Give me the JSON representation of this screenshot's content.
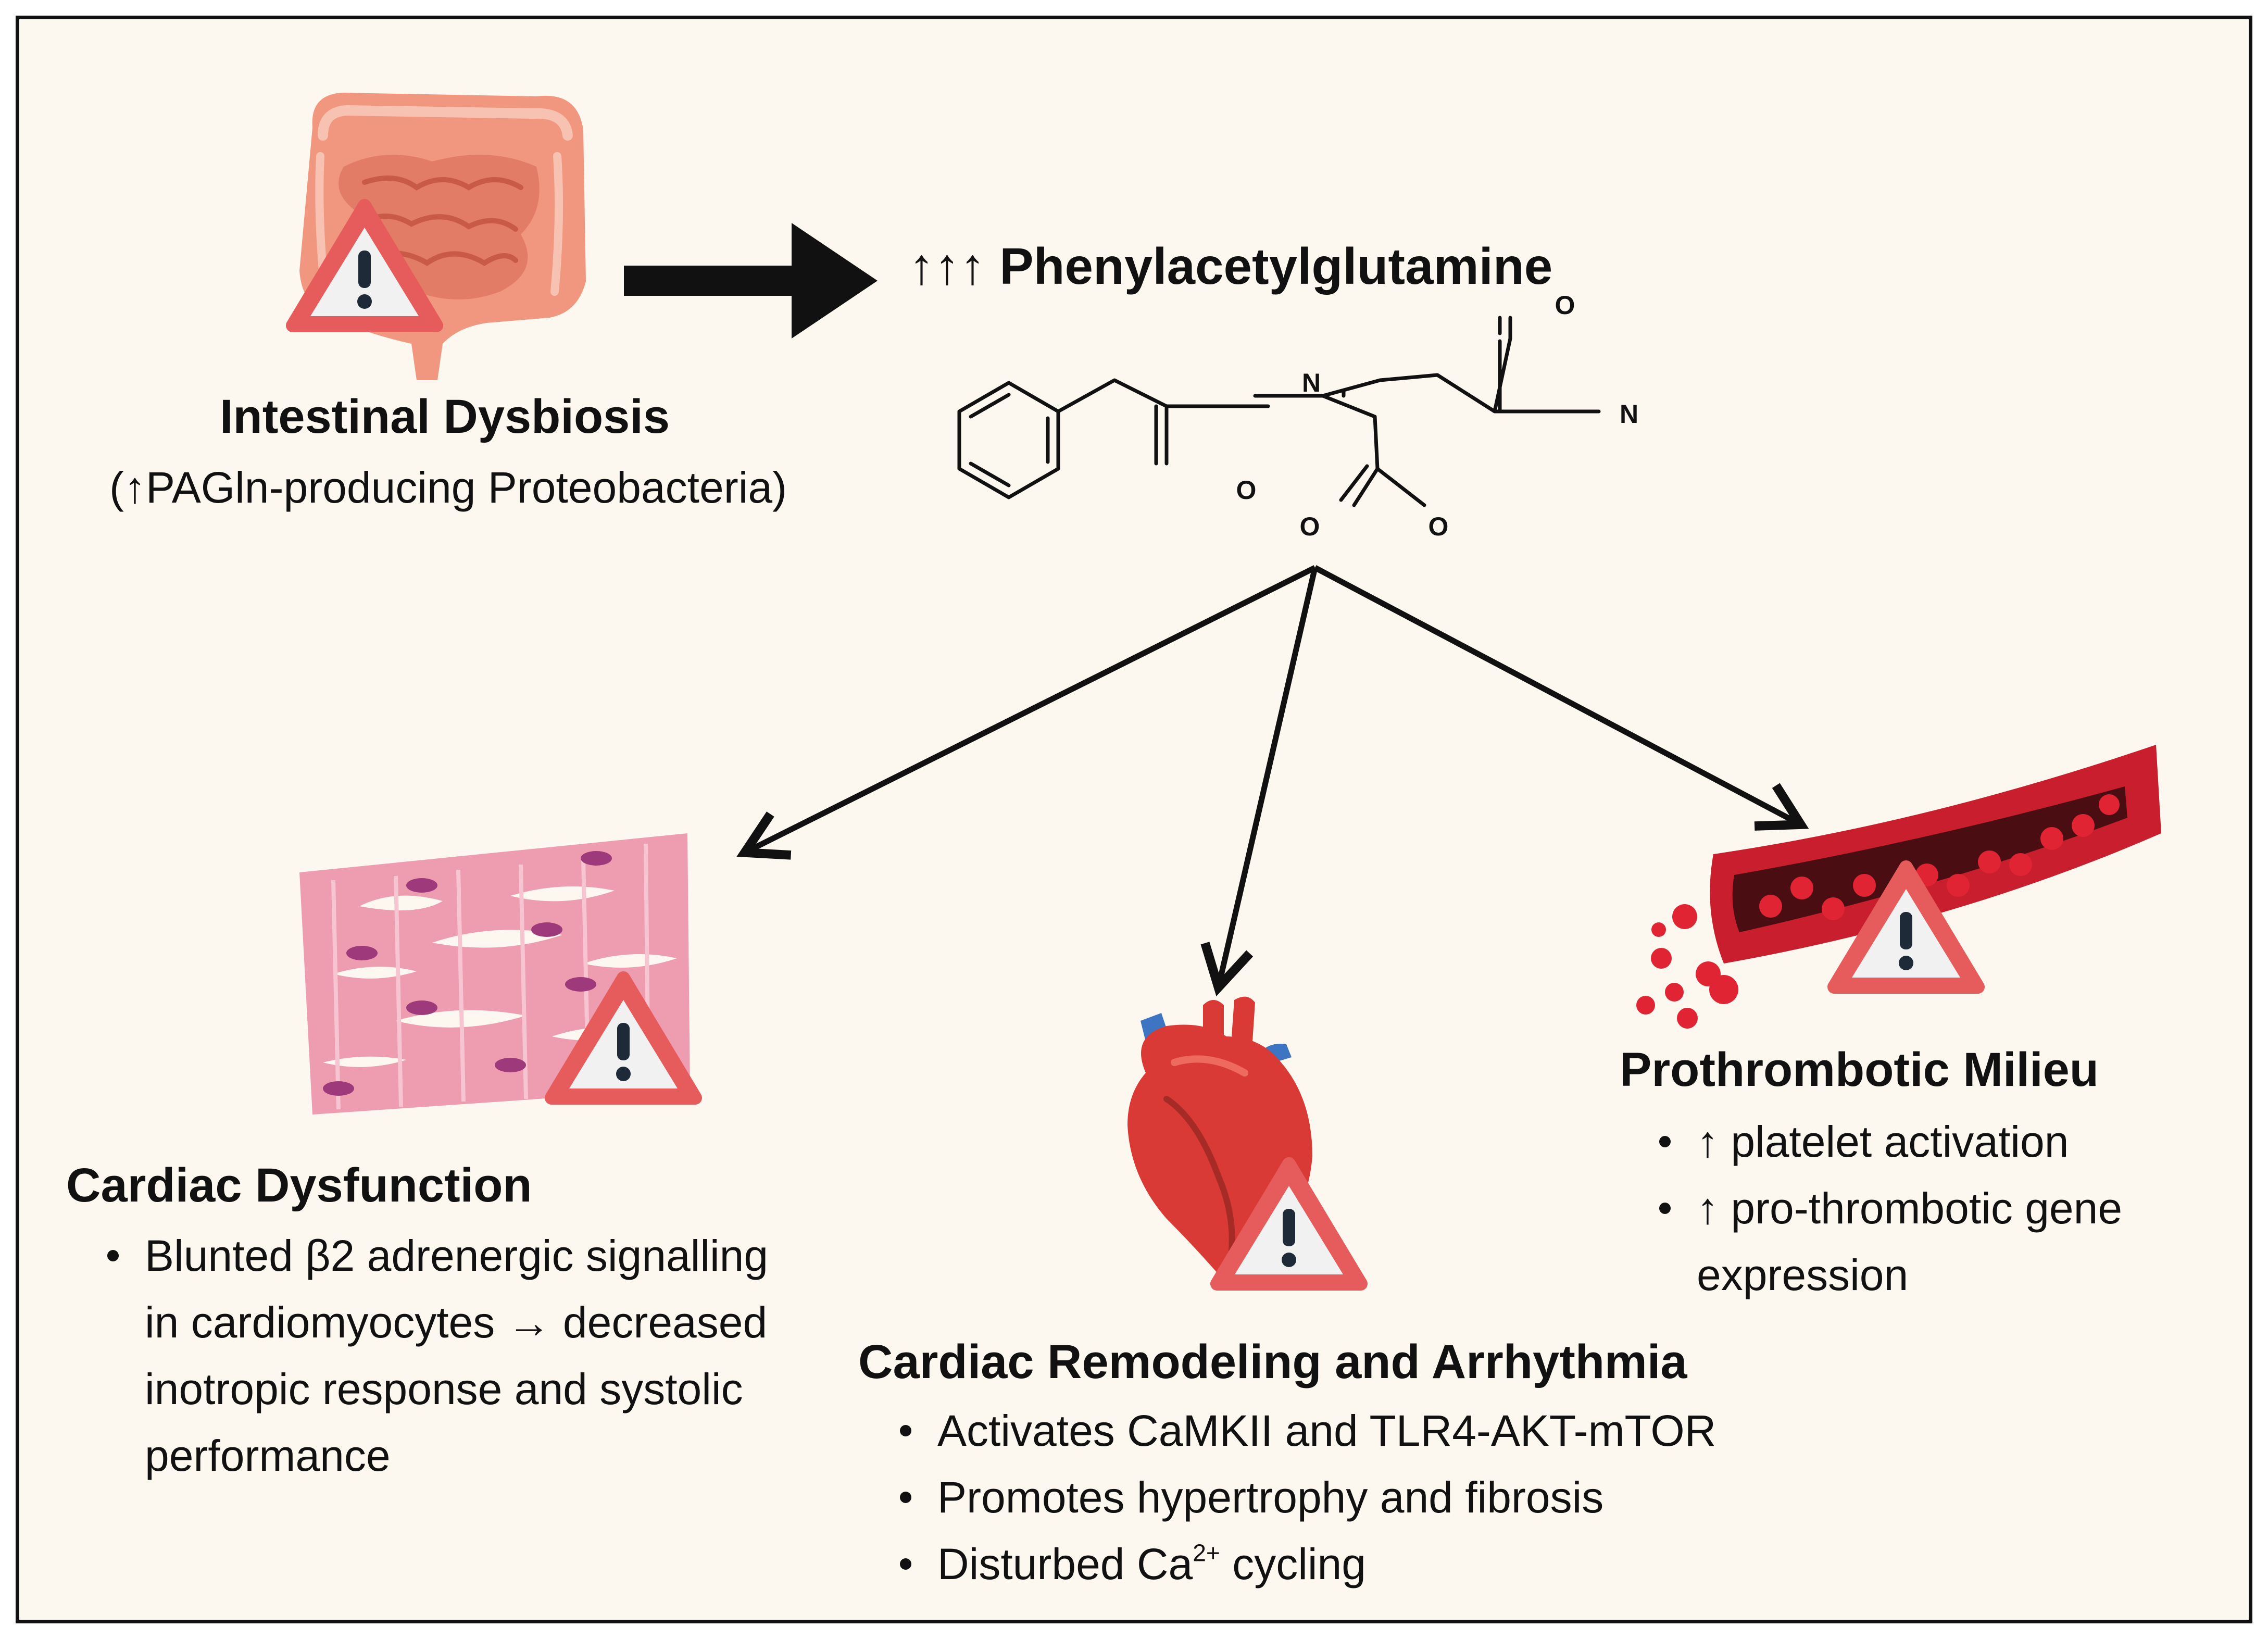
{
  "top": {
    "metabolite_title": "↑↑↑ Phenylacetylglutamine",
    "source_title": "Intestinal Dysbiosis",
    "source_subtitle": "(↑PAGln-producing Proteobacteria)",
    "molecule_atoms": [
      "N",
      "O",
      "O",
      "N",
      "O",
      "O"
    ]
  },
  "cardiac_dysfunction": {
    "title": "Cardiac Dysfunction",
    "bullet_1_lines": [
      "Blunted β2 adrenergic signalling",
      "in cardiomyocytes → decreased",
      "inotropic response and systolic",
      "performance"
    ]
  },
  "remodeling": {
    "title": "Cardiac Remodeling and Arrhythmia",
    "bullet_1": "Activates CaMKII and TLR4-AKT-mTOR",
    "bullet_2": "Promotes hypertrophy and fibrosis",
    "bullet_3_prefix": "Disturbed Ca",
    "bullet_3_sup": "2+",
    "bullet_3_suffix": " cycling"
  },
  "thrombo": {
    "title": "Prothrombotic Milieu",
    "bullet_1": "↑ platelet activation",
    "bullet_2_lines": [
      "↑ pro-thrombotic gene",
      "expression"
    ]
  },
  "icons": [
    "intestine-icon",
    "warning-icon",
    "muscle-fiber-icon",
    "heart-icon",
    "blood-vessel-icon"
  ],
  "colors": {
    "background": "#fdf8ef",
    "intestine": "#f1977f",
    "warning_red": "#e65c5c",
    "muscle_pink": "#f2a5b5",
    "heart_red": "#d93a35",
    "vessel_red": "#c81e2e"
  }
}
